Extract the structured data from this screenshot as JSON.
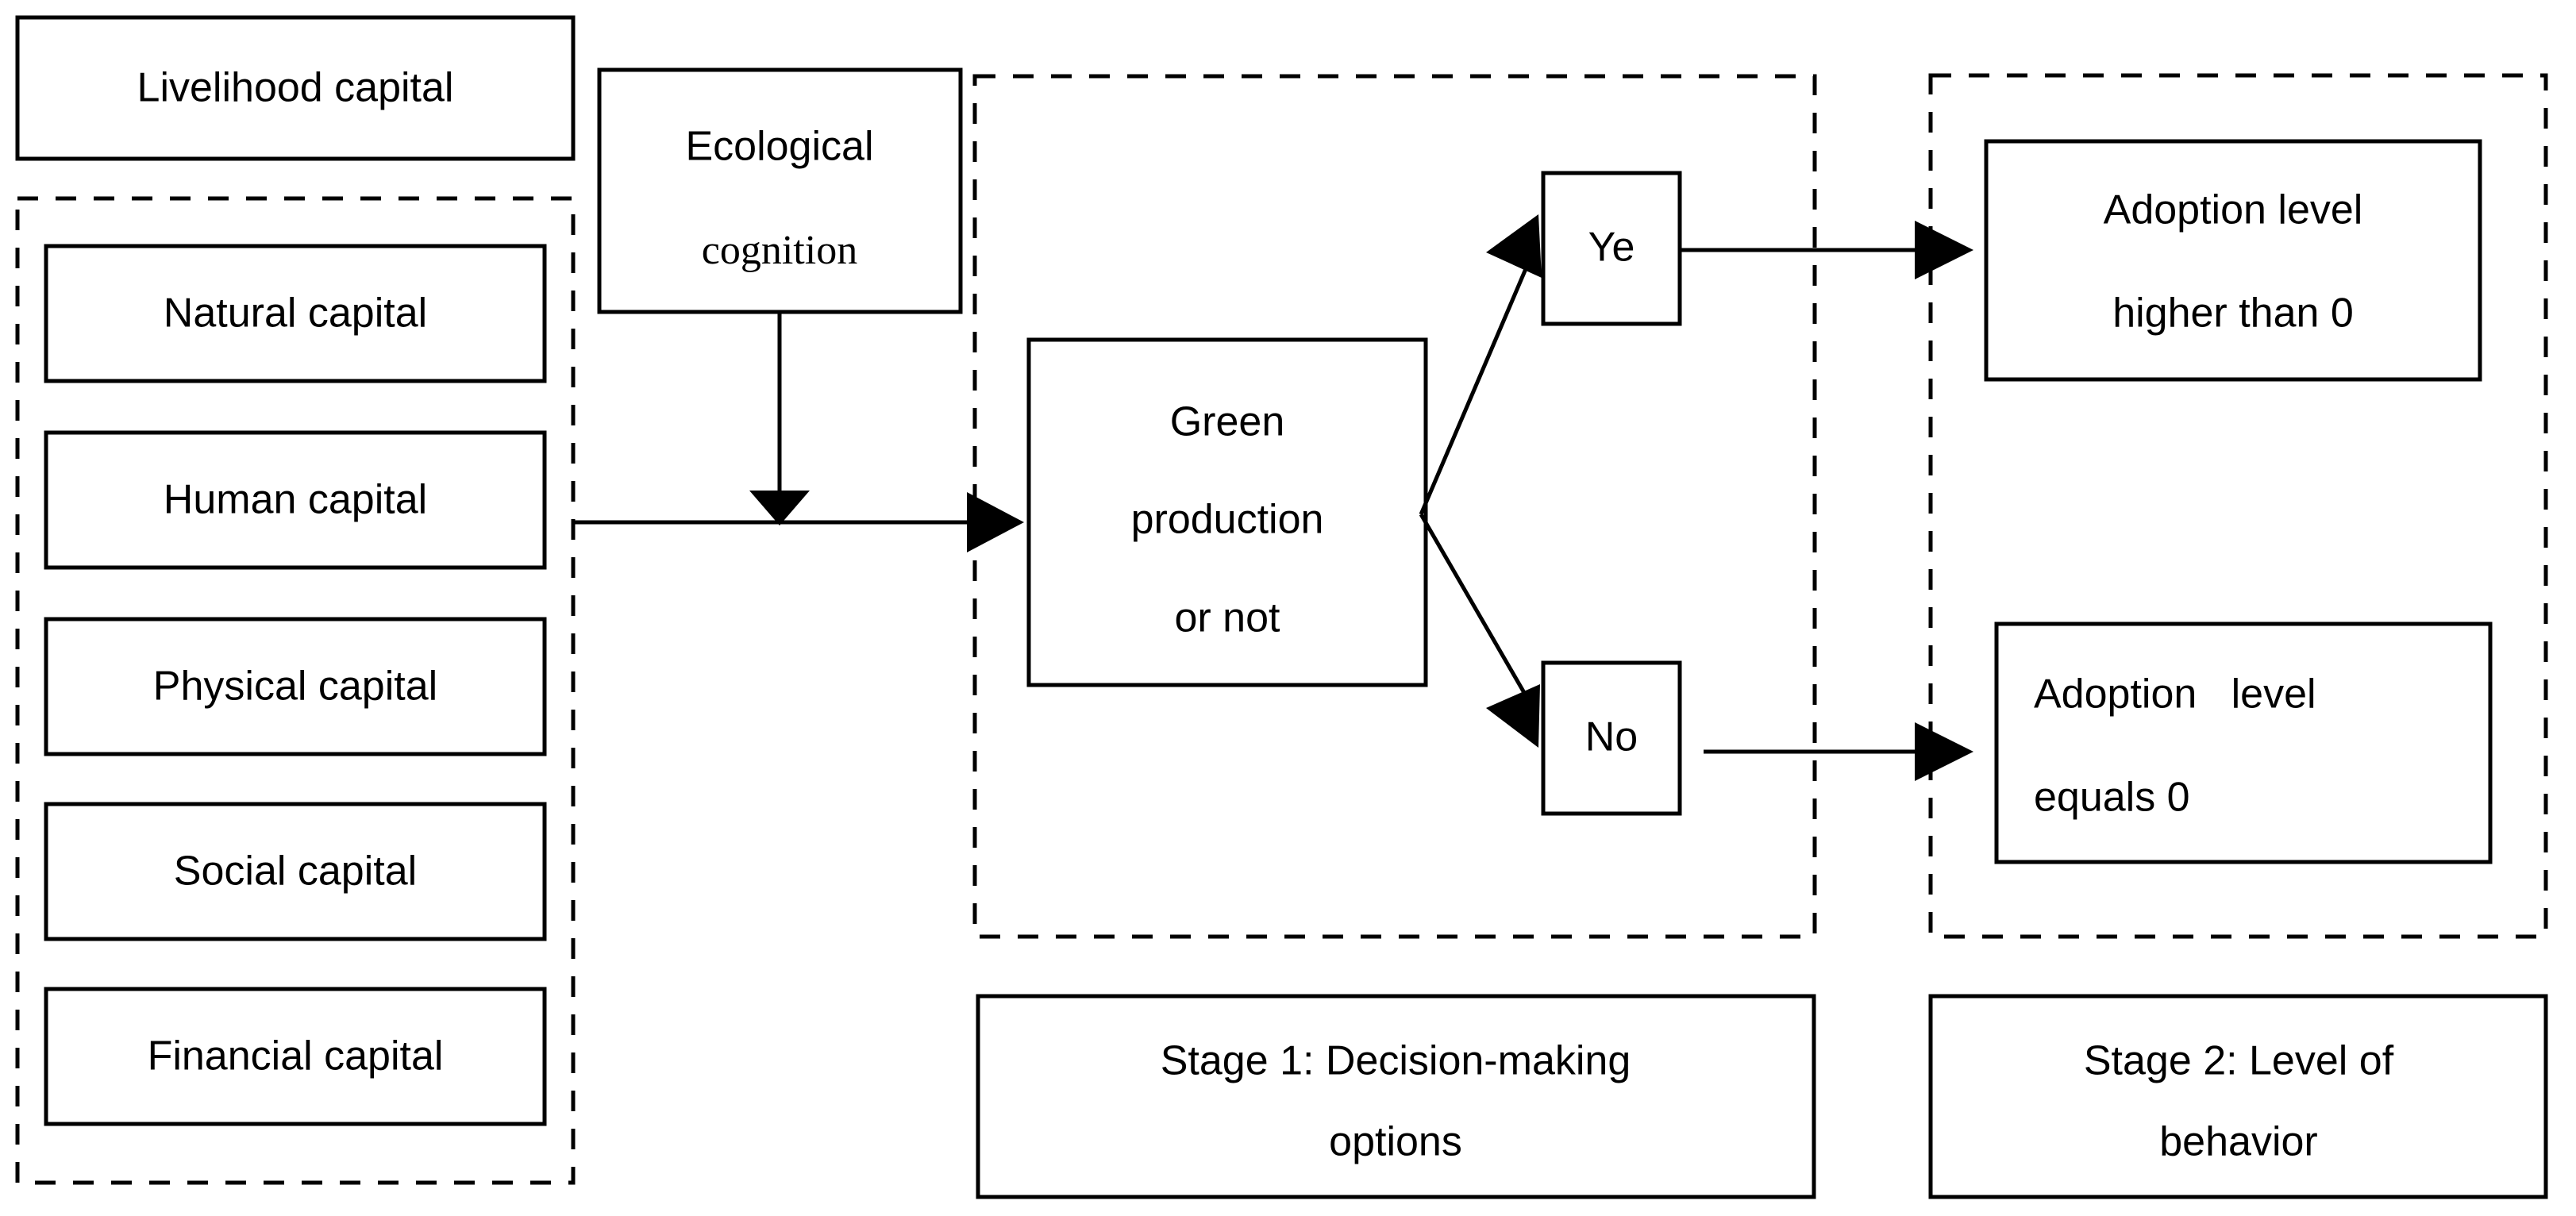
{
  "diagram": {
    "title_box": {
      "label": "Livelihood capital"
    },
    "capital_group": {
      "items": [
        {
          "label": "Natural capital"
        },
        {
          "label": "Human capital"
        },
        {
          "label": "Physical capital"
        },
        {
          "label": "Social capital"
        },
        {
          "label": "Financial capital"
        }
      ]
    },
    "cognition_box": {
      "line1": "Ecological",
      "line2": "cognition"
    },
    "stage1": {
      "caption_line1": "Stage 1: Decision-making",
      "caption_line2": "options",
      "decision_box": {
        "line1": "Green",
        "line2": "production",
        "line3": "or not"
      },
      "yes_box": {
        "label": "Ye"
      },
      "no_box": {
        "label": "No"
      }
    },
    "stage2": {
      "caption_line1": "Stage 2: Level of",
      "caption_line2": "behavior",
      "outcome_high": {
        "line1": "Adoption level",
        "line2": "higher than 0"
      },
      "outcome_zero": {
        "line1": "Adoption   level",
        "line2": "equals 0"
      }
    },
    "colors": {
      "stroke": "#000000",
      "fill": "#ffffff",
      "text": "#000000"
    }
  }
}
